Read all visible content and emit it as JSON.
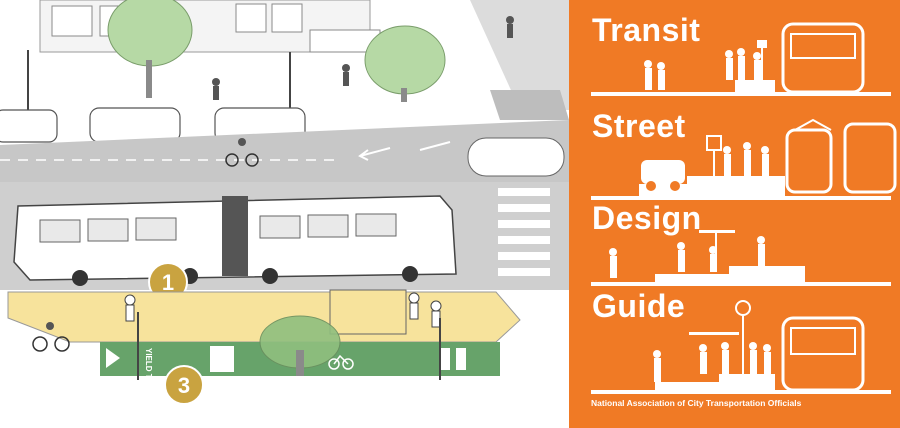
{
  "cover": {
    "title_words": [
      "Transit",
      "Street",
      "Design",
      "Guide"
    ],
    "publisher": "National Association of  City Transportation Officials",
    "background_color": "#f07a25"
  },
  "illustration": {
    "callouts": [
      "1",
      "3"
    ],
    "pavement_marking": "YIELD TO PEDS",
    "colors": {
      "roadway": "#c7c7c7",
      "platform": "#f7e39c",
      "bike_lane": "#67a36a",
      "callout": "#c9a340",
      "trees": "#b6d9a5"
    }
  }
}
